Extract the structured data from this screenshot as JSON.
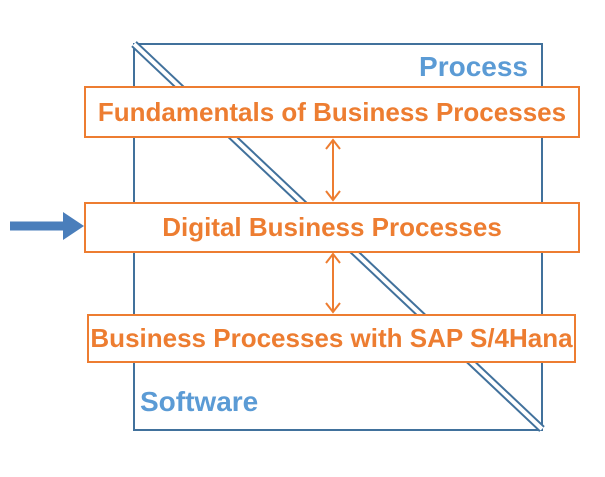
{
  "colors": {
    "orange": "#ED7D31",
    "frame-blue": "#41719C",
    "label-blue": "#5B9BD5",
    "arrow-blue": "#4A7EBB"
  },
  "diagram": {
    "quadrant_top_label": "Process",
    "quadrant_bottom_label": "Software",
    "courses": [
      {
        "label": "Fundamentals of Business Processes"
      },
      {
        "label": "Digital Business Processes"
      },
      {
        "label": "Business Processes with SAP S/4Hana"
      }
    ]
  }
}
